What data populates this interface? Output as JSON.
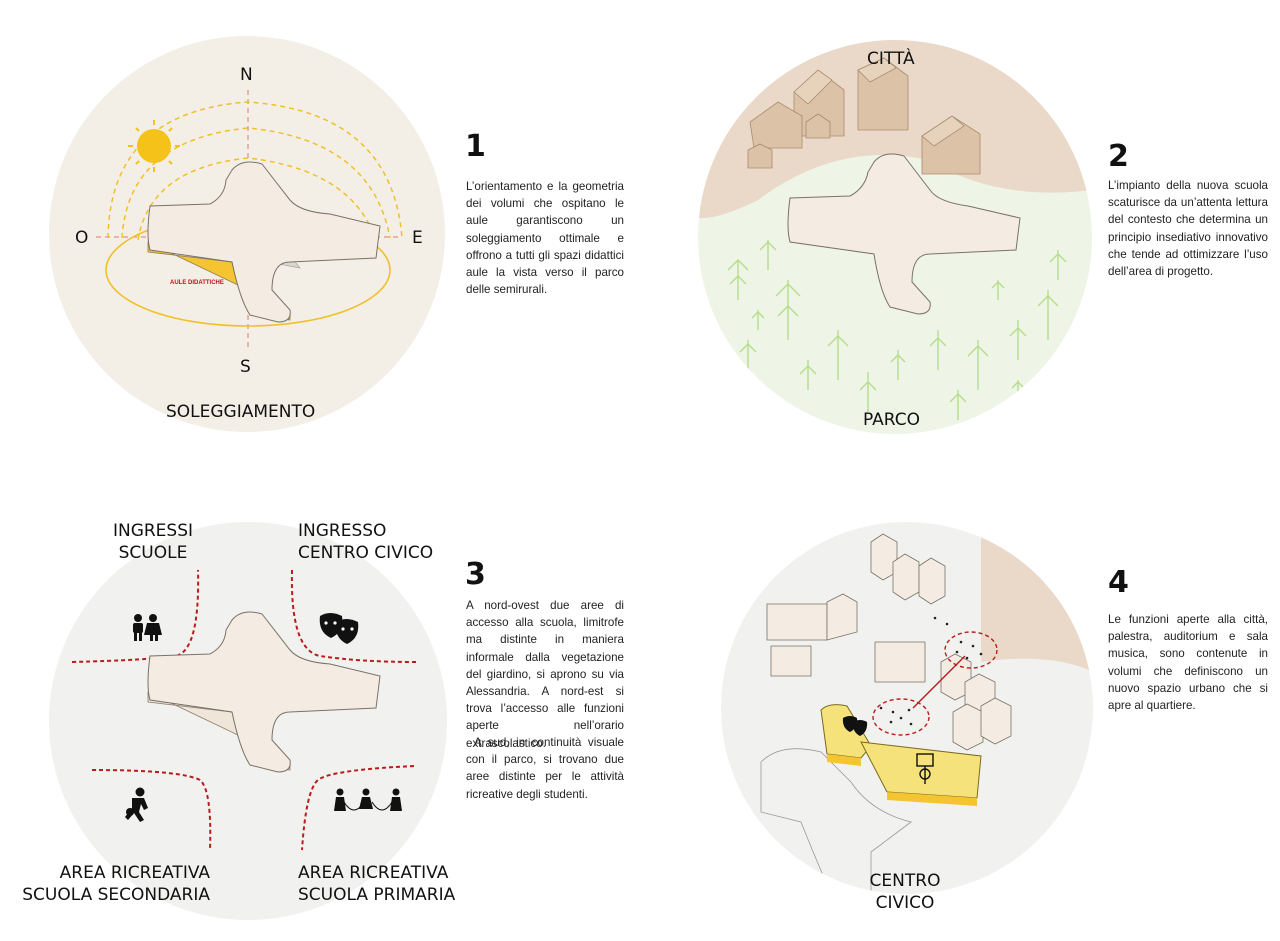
{
  "panels": [
    {
      "number": "1",
      "caption": "SOLEGGIAMENTO",
      "compass": {
        "north": "N",
        "south": "S",
        "east": "E",
        "west": "O"
      },
      "tag": "AULE DIDATTICHE",
      "text": "L’orientamento e la geometria dei volumi che ospitano le aule garantiscono un soleggiamento ottimale e offrono a tutti gli spazi didattici aule la vista verso il parco delle semirurali."
    },
    {
      "number": "2",
      "top_label": "CITTÀ",
      "bottom_label": "PARCO",
      "text": "L’impianto della nuova scuola scaturisce da un’attenta lettura del contesto che determina un principio insediativo innovativo che tende ad ottimizzare l’uso dell’area di progetto."
    },
    {
      "number": "3",
      "label_tl": [
        "INGRESSI",
        "SCUOLE"
      ],
      "label_tr": [
        "INGRESSO",
        "CENTRO CIVICO"
      ],
      "label_bl": [
        "AREA RICREATIVA",
        "SCUOLA SECONDARIA"
      ],
      "label_br": [
        "AREA RICREATIVA",
        "SCUOLA PRIMARIA"
      ],
      "text_p1": "A nord-ovest due aree di accesso alla scuola, limitrofe ma distinte in maniera informale dalla vegetazione del giardino, si aprono su via Alessandria. A nord-est si trova l’accesso alle funzioni aperte nell’orario extrascolastico.",
      "text_p2": "A sud, in continuità visuale con il parco, si trovano due aree distinte per le attività ricreative degli studenti."
    },
    {
      "number": "4",
      "caption": [
        "CENTRO",
        "CIVICO"
      ],
      "text": "Le funzioni aperte alla città, palestra, auditorium e sala musica, sono contenute in volumi che definiscono un nuovo spazio urbano che si apre al quartiere."
    }
  ],
  "colors": {
    "circle1": "#f4efe6",
    "city": "#ead9c8",
    "park": "#eef4e6",
    "circle3": "#f1f1ef",
    "circle4": "#f1f1ef",
    "accent_red": "#b81c1c",
    "sun": "#f5c21a",
    "sun_path": "#f0c02a",
    "yellow_volume": "#f6e27a",
    "tree": "#b5dd8c",
    "house": "#dcc2a6"
  }
}
